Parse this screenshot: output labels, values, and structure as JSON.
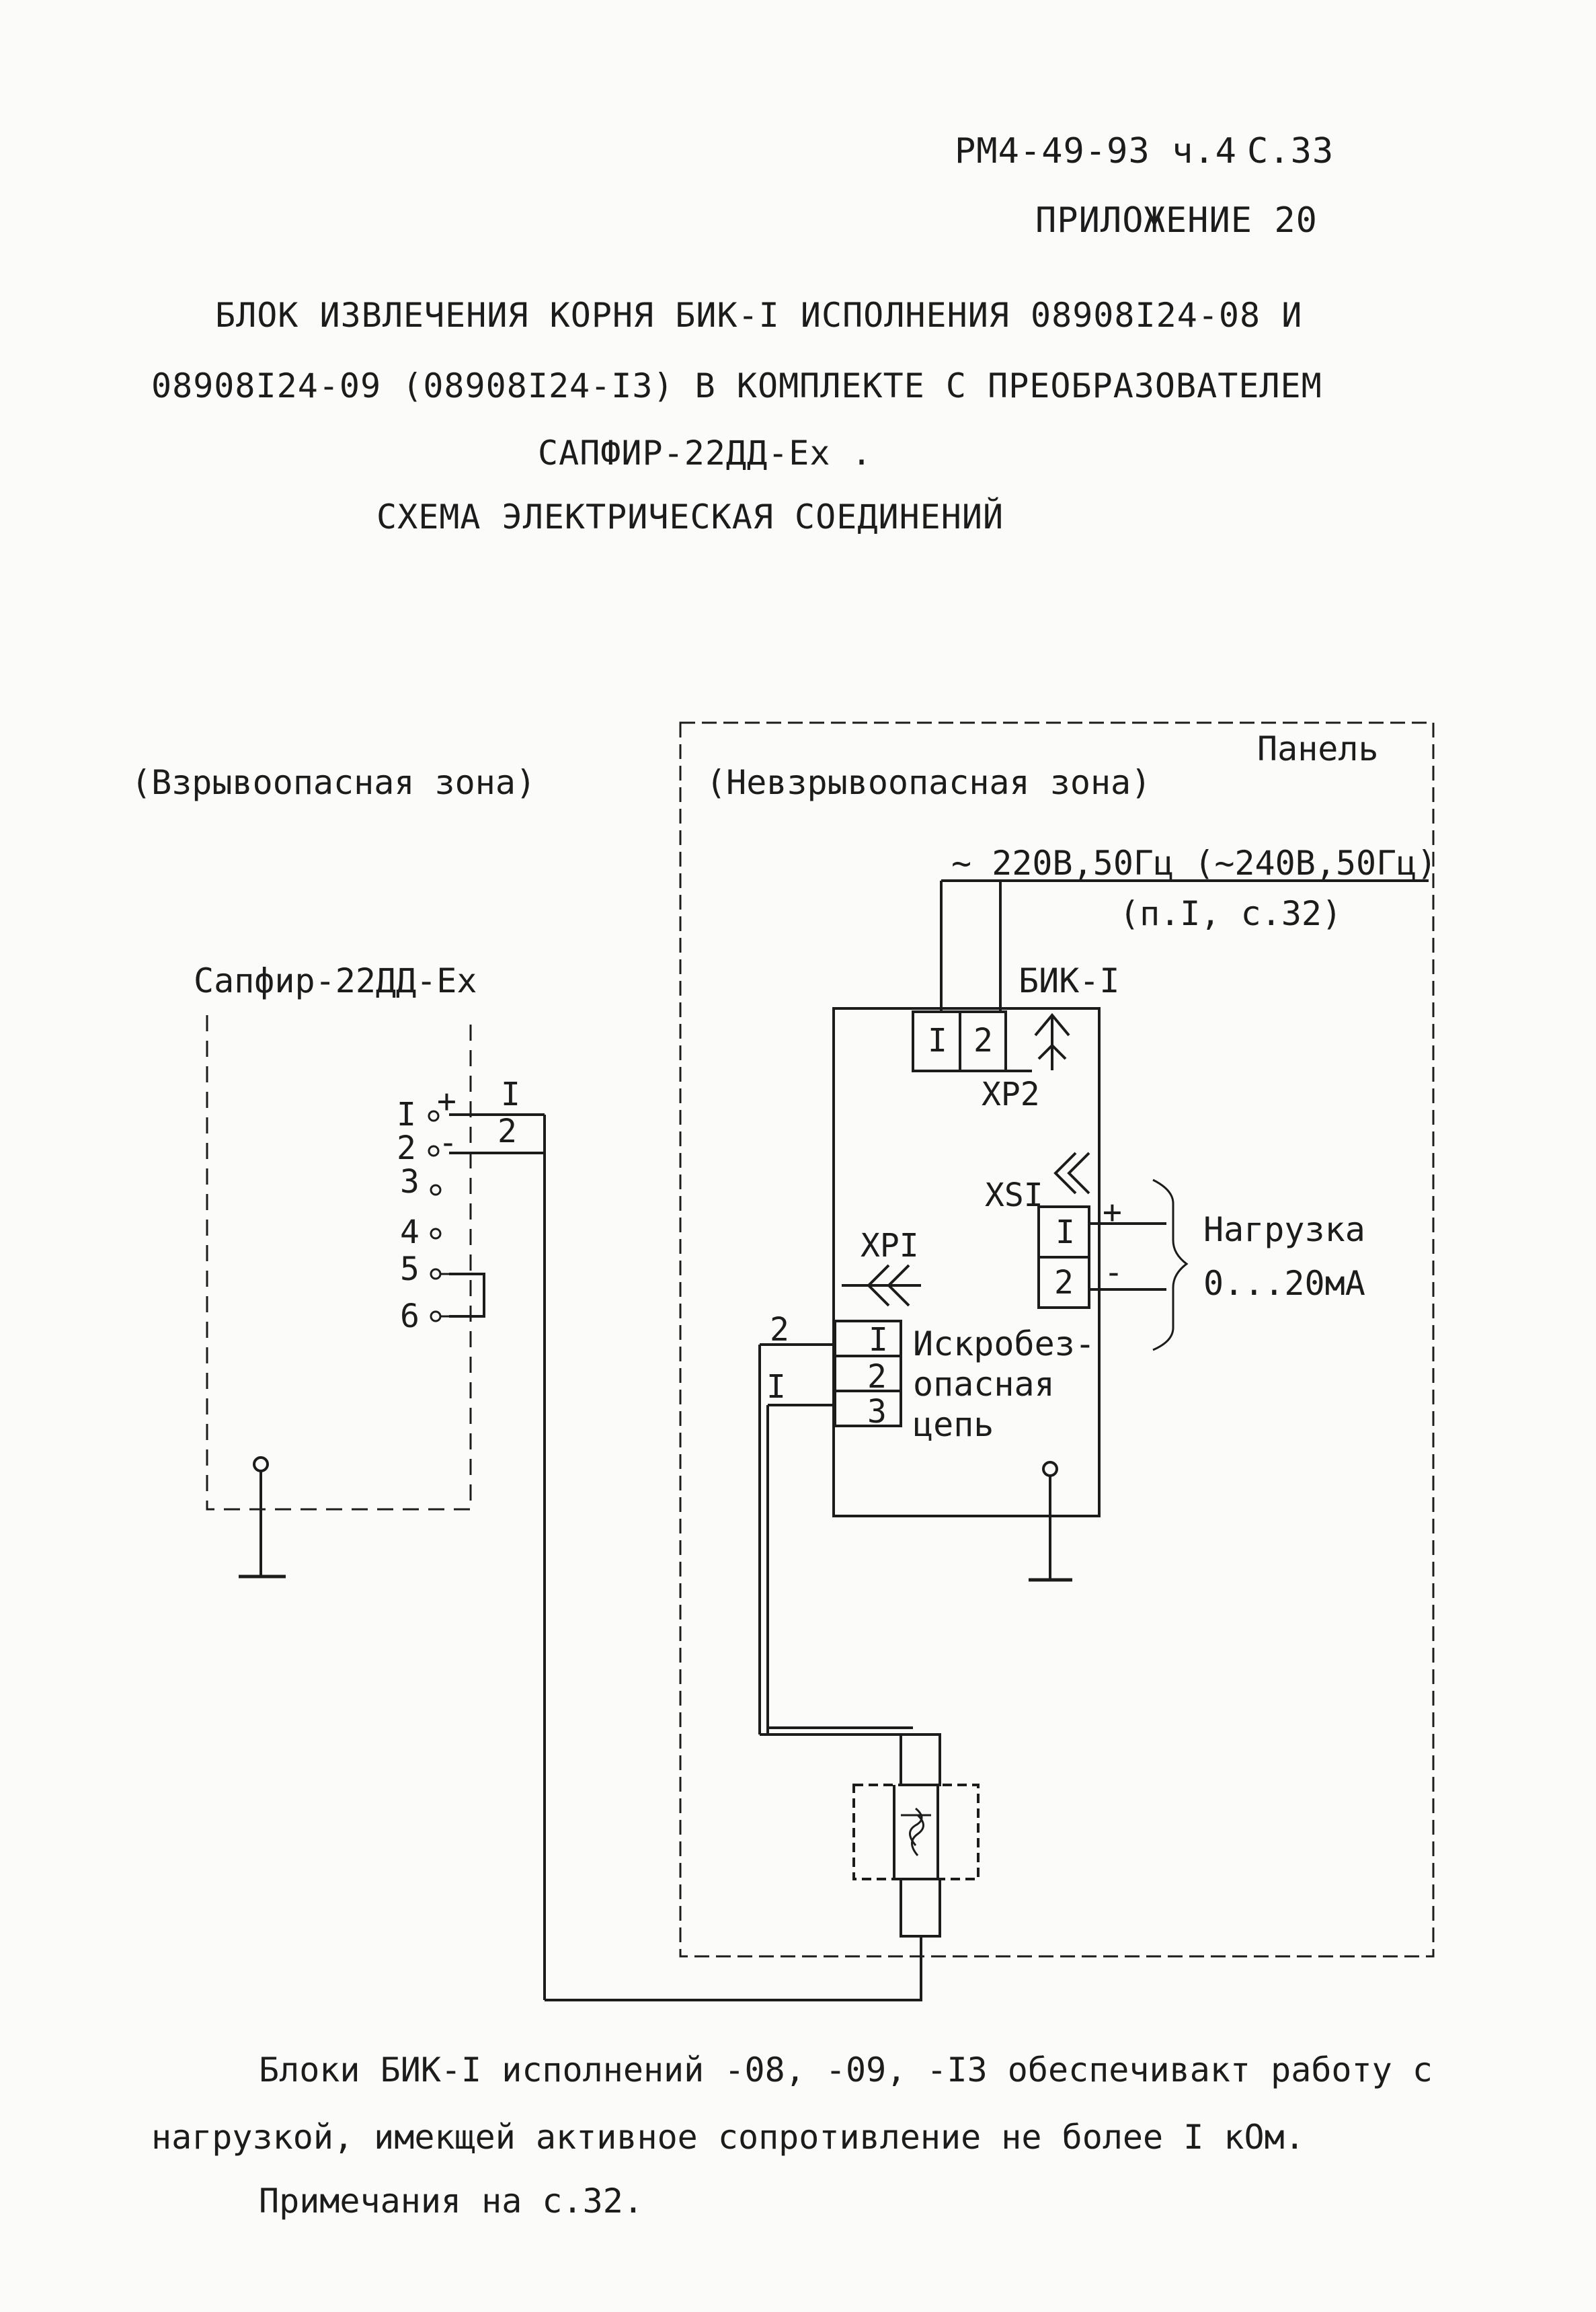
{
  "header": {
    "doc_ref": "РМ4-49-93 ч.4",
    "page_ref": "С.33",
    "appendix": "ПРИЛОЖЕНИЕ 20"
  },
  "title": {
    "line1": "БЛОК ИЗВЛЕЧЕНИЯ КОРНЯ БИК-I ИСПОЛНЕНИЯ 08908I24-08 И",
    "line2": "08908I24-09 (08908I24-I3) В КОМПЛЕКТЕ С ПРЕОБРАЗОВАТЕЛЕМ",
    "line3": "САПФИР-22ДД-Ex .",
    "line4": "СХЕМА ЭЛЕКТРИЧЕСКАЯ СОЕДИНЕНИЙ"
  },
  "diagram": {
    "zone_hazardous": "(Взрывоопасная зона)",
    "zone_safe": "(Невзрывоопасная зона)",
    "panel": "Панель",
    "power": "~ 220В,50Гц (~240В,50Гц)",
    "power_note": "(п.I, с.32)",
    "sensor_name": "Сапфир-22ДД-Ex",
    "sensor_terminals": [
      "I",
      "2",
      "3",
      "4",
      "5",
      "6"
    ],
    "plus": "+",
    "minus": "-",
    "wire_1": "I",
    "wire_2": "2",
    "bik_name": "БИК-I",
    "xp2": "ХР2",
    "xs1": "XSI",
    "xp1": "ХРI",
    "xp2_pins": [
      "I",
      "2"
    ],
    "xs1_pins": [
      "I",
      "2"
    ],
    "xp1_pins": [
      "I",
      "2",
      "3"
    ],
    "load_label": "Нагрузка",
    "load_range": "0...20мА",
    "intrinsic_safe": [
      "Искробез-",
      "опасная",
      "цепь"
    ]
  },
  "footer": {
    "para_line1": "Блоки БИК-I исполнений -08, -09, -I3 обеспечивакт работу с",
    "para_line2": "нагрузкой, имекщей активное сопротивление не более I кОм.",
    "note": "Примечания на с.32."
  }
}
